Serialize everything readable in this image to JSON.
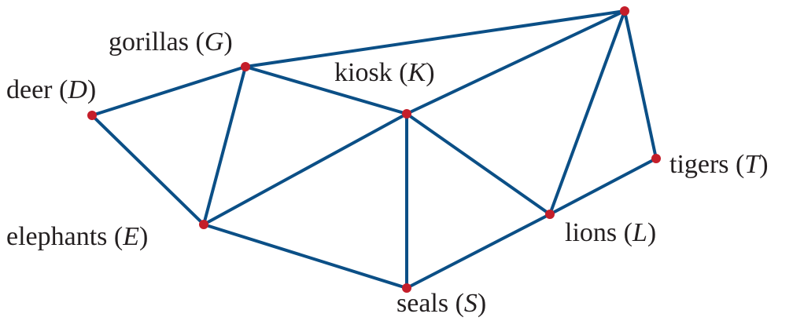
{
  "diagram": {
    "edge_color": "#0b4f86",
    "node_color": "#c41e2a",
    "text_color": "#231f20",
    "nodes": [
      {
        "id": "Y",
        "name": "",
        "symbol": ""
      },
      {
        "id": "G",
        "name": "gorillas",
        "symbol": "G"
      },
      {
        "id": "D",
        "name": "deer",
        "symbol": "D"
      },
      {
        "id": "K",
        "name": "kiosk",
        "symbol": "K"
      },
      {
        "id": "T",
        "name": "tigers",
        "symbol": "T"
      },
      {
        "id": "E",
        "name": "elephants",
        "symbol": "E"
      },
      {
        "id": "L",
        "name": "lions",
        "symbol": "L"
      },
      {
        "id": "S",
        "name": "seals",
        "symbol": "S"
      }
    ],
    "edges": [
      [
        "D",
        "G"
      ],
      [
        "D",
        "E"
      ],
      [
        "G",
        "E"
      ],
      [
        "G",
        "K"
      ],
      [
        "G",
        "Y"
      ],
      [
        "K",
        "Y"
      ],
      [
        "K",
        "E"
      ],
      [
        "K",
        "S"
      ],
      [
        "K",
        "L"
      ],
      [
        "Y",
        "L"
      ],
      [
        "Y",
        "T"
      ],
      [
        "T",
        "L"
      ],
      [
        "L",
        "S"
      ],
      [
        "E",
        "S"
      ]
    ]
  }
}
